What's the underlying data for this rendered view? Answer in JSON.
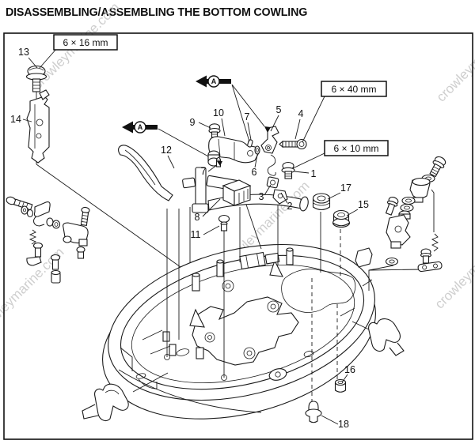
{
  "title": "DISASSEMBLING/ASSEMBLING THE BOTTOM COWLING",
  "watermark": {
    "text": "crowleymarine.com"
  },
  "marker": {
    "label": "A"
  },
  "spec_boxes": [
    {
      "text": "6 × 16 mm"
    },
    {
      "text": "6 × 40 mm"
    },
    {
      "text": "6 × 10 mm"
    }
  ],
  "callouts": [
    {
      "label": "13"
    },
    {
      "label": "14"
    },
    {
      "label": "9"
    },
    {
      "label": "10"
    },
    {
      "label": "7"
    },
    {
      "label": "5"
    },
    {
      "label": "4"
    },
    {
      "label": "12"
    },
    {
      "label": "7"
    },
    {
      "label": "6"
    },
    {
      "label": "1"
    },
    {
      "label": "3"
    },
    {
      "label": "2"
    },
    {
      "label": "17"
    },
    {
      "label": "15"
    },
    {
      "label": "8"
    },
    {
      "label": "11"
    },
    {
      "label": "16"
    },
    {
      "label": "18"
    }
  ]
}
